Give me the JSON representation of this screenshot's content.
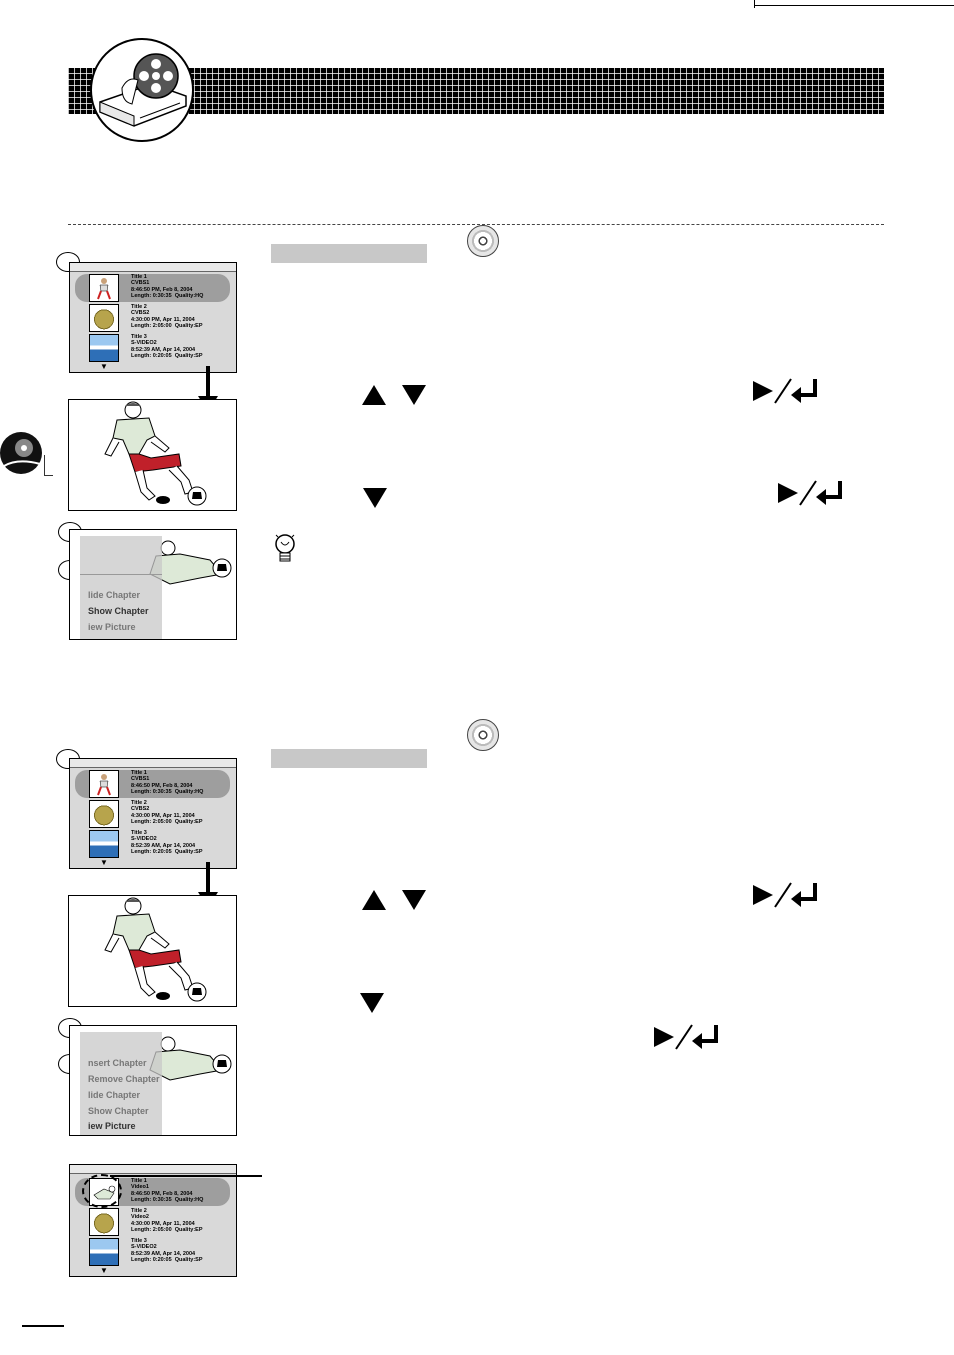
{
  "header": {
    "logo_icon": "film-reel-player-icon"
  },
  "icons": {
    "disc": "disc-icon",
    "play_enter": "play-enter-icon",
    "tip": "lightbulb-icon",
    "up": "up-arrow-icon",
    "down": "down-arrow-icon"
  },
  "titles": [
    {
      "title": "Title 1",
      "source": "CVBS1",
      "date": "8:46:50 PM, Feb 8, 2004",
      "length": "Length: 0:30:35  Quality:HQ"
    },
    {
      "title": "Title 2",
      "source": "CVBS2",
      "date": "4:30:00 PM, Apr 11, 2004",
      "length": "Length: 2:05:00  Quality:EP"
    },
    {
      "title": "Title 3",
      "source": "S-VIDEO2",
      "date": "8:52:39 AM, Apr 14, 2004",
      "length": "Length: 0:20:05  Quality:SP"
    }
  ],
  "titles_final": [
    {
      "title": "Title 1",
      "source": "Video1",
      "date": "8:46:50 PM, Feb 8, 2004",
      "length": "Length: 0:30:35  Quality:HQ"
    },
    {
      "title": "Title 2",
      "source": "Video2",
      "date": "4:30:00 PM, Apr 11, 2004",
      "length": "Length: 2:05:00  Quality:EP"
    },
    {
      "title": "Title 3",
      "source": "S-VIDEO2",
      "date": "8:52:39 AM, Apr 14, 2004",
      "length": "Length: 0:20:05  Quality:SP"
    }
  ],
  "popup_a": [
    "lide Chapter",
    "Show Chapter",
    "iew Picture"
  ],
  "popup_b": [
    "nsert Chapter",
    "Remove Chapter",
    "lide Chapter",
    "Show Chapter",
    "iew Picture"
  ],
  "scroll_arrow": "▼"
}
